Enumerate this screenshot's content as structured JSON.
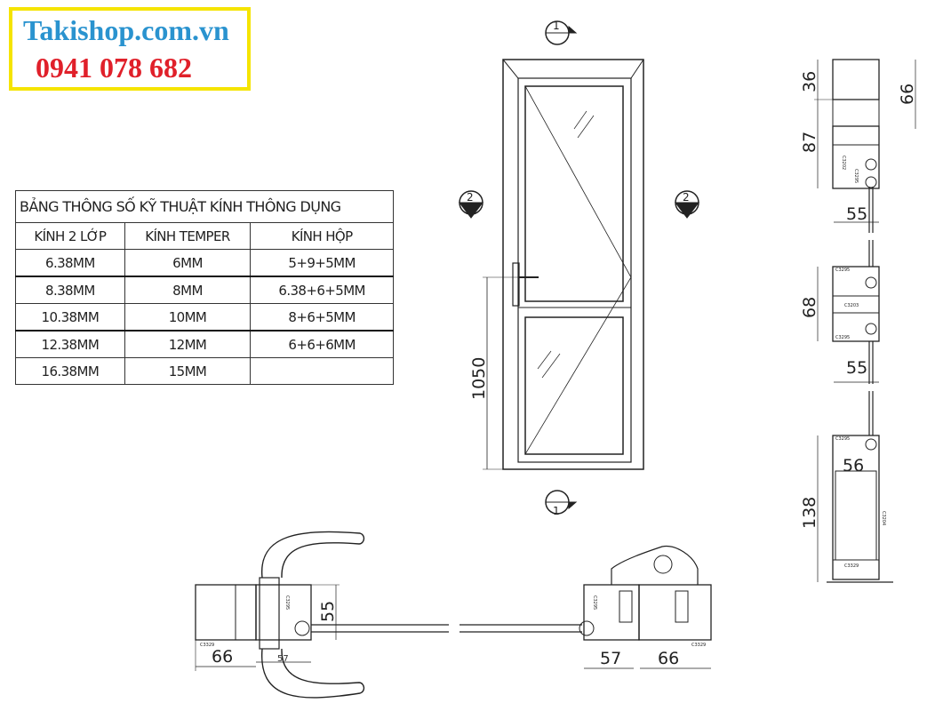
{
  "logo": {
    "site": "Takishop.com.vn",
    "phone": "0941 078 682",
    "border_color": "#f5e400",
    "site_color": "#2a93cf",
    "phone_color": "#e0202a"
  },
  "spec_table": {
    "title": "BẢNG THÔNG SỐ KỸ THUẬT KÍNH  THÔNG DỤNG",
    "columns": [
      "KÍNH 2 LỚP",
      "KÍNH TEMPER",
      "KÍNH HỘP"
    ],
    "rows": [
      [
        "6.38MM",
        "6MM",
        "5+9+5MM"
      ],
      [
        "8.38MM",
        "8MM",
        "6.38+6+5MM"
      ],
      [
        "10.38MM",
        "10MM",
        "8+6+5MM"
      ],
      [
        "12.38MM",
        "12MM",
        "6+6+6MM"
      ],
      [
        "16.38MM",
        "15MM",
        ""
      ]
    ]
  },
  "door_elevation": {
    "section_markers": {
      "top": "1",
      "bottom": "1",
      "left": "2",
      "right": "2"
    },
    "handle_height": "1050"
  },
  "vertical_section": {
    "dims": {
      "top_a": "36",
      "top_b": "66",
      "mid_a": "87",
      "width_a": "55",
      "transom": "68",
      "width_b": "55",
      "bottom": "138",
      "width_c": "56"
    },
    "codes": {
      "c1": "C3202",
      "c2": "C3295",
      "c3": "C3295",
      "c4": "C3203",
      "c5": "C3295",
      "c6": "C3295",
      "c7": "C3204",
      "c8": "C3329"
    }
  },
  "horizontal_section": {
    "dims": {
      "left_frame": "66",
      "left_sash": "57",
      "height": "55",
      "right_sash": "57",
      "right_frame": "66"
    },
    "codes": {
      "l1": "C3329",
      "l2": "C3295",
      "r1": "C3295",
      "r2": "C3329"
    }
  }
}
